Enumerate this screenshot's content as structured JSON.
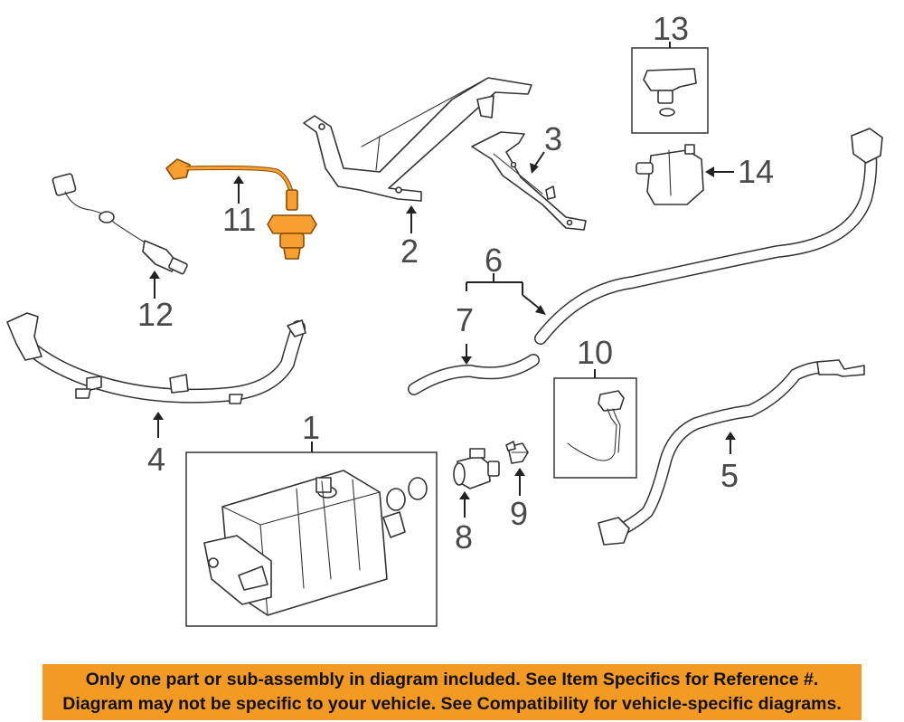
{
  "callouts": {
    "c1": "1",
    "c2": "2",
    "c3": "3",
    "c4": "4",
    "c5": "5",
    "c6": "6",
    "c7": "7",
    "c8": "8",
    "c9": "9",
    "c10": "10",
    "c11": "11",
    "c12": "12",
    "c13": "13",
    "c14": "14"
  },
  "highlight_color": "#f5a031",
  "banner": {
    "line1": "Only one part or sub-assembly in diagram included. See Item Specifics for Reference #.",
    "line2": "Diagram may not be specific to your vehicle. See Compatibility for vehicle-specific diagrams.",
    "color": "#f29a24"
  }
}
